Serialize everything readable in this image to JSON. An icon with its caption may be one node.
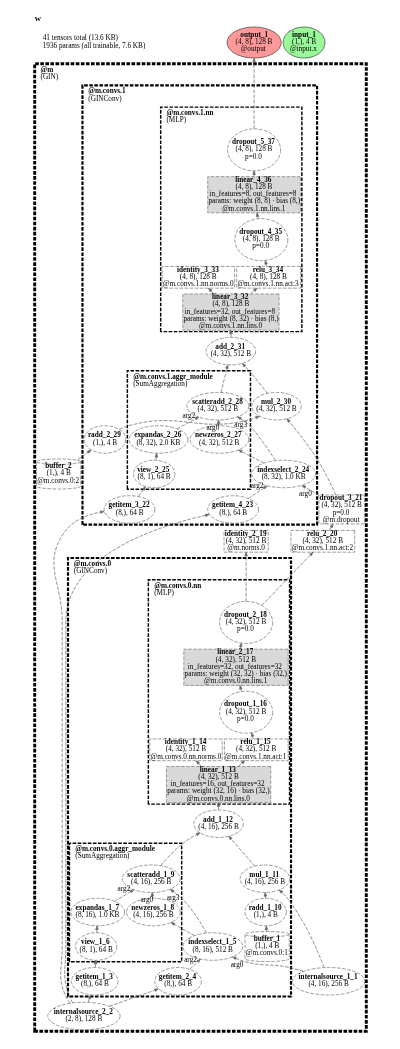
{
  "diagram": {
    "title": "w",
    "labels": [
      "41 tensors total (13.6 KB)",
      "1936 params (all trainable, 7.6 KB)"
    ],
    "nodes": [
      {
        "text": [
          "output_1",
          "(4, 8), 128 B",
          "@output"
        ]
      },
      {
        "text": [
          "input_1",
          "(1,), 4 B",
          "@input.x"
        ]
      },
      {
        "text": [
          "@m",
          "(GIN)"
        ]
      },
      {
        "text": [
          "@m.convs.1",
          "(GINConv)"
        ],
        "in": 2
      },
      {
        "text": [
          "@m.convs.1.nn",
          "(MLP)"
        ],
        "in": 3
      },
      {
        "text": [
          "dropout_5_37",
          "(4, 8), 128 B",
          "p=0.0"
        ],
        "in": 4
      },
      {
        "text": [
          "linear_4_36",
          "(4, 8), 128 B",
          "in_features=8, out_features=8",
          "params: weight (8, 8) · bias (8,)",
          "@m.convs.1.nn.lins.1"
        ],
        "in": 4
      },
      {
        "text": [
          "dropout_4_35",
          "(4, 8), 128 B",
          "p=0.0"
        ],
        "in": 4
      },
      {
        "text": [
          "identity_3_33",
          "(4, 8), 128 B",
          "@m.convs.1.nn.norms.0"
        ],
        "in": 4
      },
      {
        "text": [
          "relu_3_34",
          "(4, 8), 128 B",
          "@m.convs.1.nn.act:3"
        ],
        "in": 4
      },
      {
        "text": [
          "linear_3_32",
          "(4, 8), 128 B",
          "in_features=32, out_features=8",
          "params: weight (8, 32) · bias (8,)",
          "@m.convs.1.nn.lins.0"
        ],
        "in": 4
      },
      {
        "text": [
          "add_2_31",
          "(4, 32), 512 B"
        ],
        "in": 3
      },
      {
        "text": [
          "@m.convs.1.aggr_module",
          "(SumAggregation)"
        ],
        "in": 3
      },
      {
        "text": [
          "scatteradd_2_28",
          "(4, 32), 512 B"
        ],
        "in": 12
      },
      {
        "text": [
          "mul_2_30",
          "(4, 32), 512 B"
        ],
        "in": 3
      },
      {
        "text": [
          "radd_2_29",
          "(1,), 4 B"
        ],
        "in": 3
      },
      {
        "text": [
          "expandas_2_26",
          "(8, 32), 2.0 KB"
        ],
        "in": 12
      },
      {
        "text": [
          "newzeros_2_27",
          "(4, 32), 512 B"
        ],
        "in": 12
      },
      {
        "text": [
          "buffer_2",
          "(1,), 4 B",
          "@m.convs.0:2"
        ],
        "in": 2
      },
      {
        "text": [
          "view_2_25",
          "(8, 1), 64 B"
        ],
        "in": 12
      },
      {
        "text": [
          "indexselect_2_24",
          "(8, 32), 1.0 KB"
        ],
        "in": 3
      },
      {
        "text": [
          "getitem_3_22",
          "(8,), 64 B"
        ],
        "in": 3
      },
      {
        "text": [
          "getitem_4_23",
          "(8,), 64 B"
        ],
        "in": 3
      },
      {
        "text": [
          "dropout_3_21",
          "(4, 32), 512 B",
          "p=0.0",
          "@m.dropout"
        ],
        "in": 2
      },
      {
        "text": [
          "identity_2_19",
          "(4, 32), 512 B",
          "@m.norms.0"
        ],
        "in": 2
      },
      {
        "text": [
          "relu_2_20",
          "(4, 32), 512 B",
          "@m.convs.1.nn.act:2"
        ],
        "in": 2
      },
      {
        "text": [
          "@m.convs.0",
          "(GINConv)"
        ],
        "in": 2
      },
      {
        "text": [
          "@m.convs.0.nn",
          "(MLP)"
        ],
        "in": 26
      },
      {
        "text": [
          "dropout_2_18",
          "(4, 32), 512 B",
          "p=0.0"
        ],
        "in": 27
      },
      {
        "text": [
          "linear_2_17",
          "(4, 32), 512 B",
          "in_features=32, out_features=32",
          "params: weight (32, 32) · bias (32,)",
          "@m.convs.0.nn.lins.1"
        ],
        "in": 27
      },
      {
        "text": [
          "dropout_1_16",
          "(4, 32), 512 B",
          "p=0.0"
        ],
        "in": 27
      },
      {
        "text": [
          "identity_1_14",
          "(4, 32), 512 B",
          "@m.convs.0.nn.norms.0"
        ],
        "in": 27
      },
      {
        "text": [
          "relu_1_15",
          "(4, 32), 512 B",
          "@m.convs.1.nn.act:1"
        ],
        "in": 27
      },
      {
        "text": [
          "linear_1_13",
          "(4, 32), 512 B",
          "in_features=16, out_features=32",
          "params: weight (32, 16) · bias (32,)",
          "@m.convs.0.nn.lins.0"
        ],
        "in": 27
      },
      {
        "text": [
          "add_1_12",
          "(4, 16), 256 B"
        ],
        "in": 26
      },
      {
        "text": [
          "@m.convs.0.aggr_module",
          "(SumAggregation)"
        ],
        "in": 26
      },
      {
        "text": [
          "scatteradd_1_9",
          "(4, 16), 256 B"
        ],
        "in": 35
      },
      {
        "text": [
          "mul_1_11",
          "(4, 16), 256 B"
        ],
        "in": 26
      },
      {
        "text": [
          "expandas_1_7",
          "(8, 16), 1.0 KB"
        ],
        "in": 35
      },
      {
        "text": [
          "newzeros_1_8",
          "(4, 16), 256 B"
        ],
        "in": 35
      },
      {
        "text": [
          "radd_1_10",
          "(1,), 4 B"
        ],
        "in": 26
      },
      {
        "text": [
          "view_1_6",
          "(8, 1), 64 B"
        ],
        "in": 35
      },
      {
        "text": [
          "indexselect_1_5",
          "(8, 16), 512 B"
        ],
        "in": 26
      },
      {
        "text": [
          "buffer_1",
          "(1,), 4 B",
          "@m.convs.0:1"
        ],
        "in": 26
      },
      {
        "text": [
          "getitem_1_3",
          "(8,), 64 B"
        ],
        "in": 26
      },
      {
        "text": [
          "getitem_2_4",
          "(8,), 64 B"
        ],
        "in": 26
      },
      {
        "text": [
          "internalsource_1_1",
          "(4, 16), 256 B"
        ],
        "in": 2
      },
      {
        "text": [
          "internalsource_2_2",
          "(2, 8), 128 B"
        ],
        "in": 2
      }
    ],
    "edges": [
      {
        "from": 47,
        "to": 44,
        "arrow": "to"
      },
      {
        "from": 47,
        "to": 45,
        "arrow": "to"
      },
      {
        "from": 47,
        "to": 21,
        "arrow": "to"
      },
      {
        "from": 47,
        "to": 22,
        "arrow": "to"
      },
      {
        "from": 44,
        "to": 41,
        "arrow": "to"
      },
      {
        "from": 41,
        "to": 38,
        "arrow": "to"
      },
      {
        "from": 45,
        "to": 42,
        "arrow": "to",
        "label": "arg2"
      },
      {
        "from": 46,
        "to": 42,
        "arrow": "to",
        "label": "arg0"
      },
      {
        "from": 42,
        "to": 39,
        "arrow": "to"
      },
      {
        "from": 38,
        "to": 36,
        "arrow": "to",
        "label": "arg2"
      },
      {
        "from": 39,
        "to": 36,
        "arrow": "to",
        "label": "arg0"
      },
      {
        "from": 42,
        "to": 36,
        "arrow": "to",
        "label": "arg3"
      },
      {
        "from": 43,
        "to": 40,
        "arrow": "to"
      },
      {
        "from": 40,
        "to": 37,
        "arrow": "to"
      },
      {
        "from": 46,
        "to": 37,
        "arrow": "to"
      },
      {
        "from": 36,
        "to": 34,
        "arrow": "to"
      },
      {
        "from": 37,
        "to": 34,
        "arrow": "to"
      },
      {
        "from": 34,
        "to": 33,
        "arrow": "to"
      },
      {
        "from": 33,
        "to": 31,
        "arrow": "to"
      },
      {
        "from": 33,
        "to": 32,
        "arrow": "to"
      },
      {
        "from": 32,
        "to": 30,
        "arrow": "to"
      },
      {
        "from": 30,
        "to": 29,
        "arrow": "to"
      },
      {
        "from": 29,
        "to": 28,
        "arrow": "to"
      },
      {
        "from": 28,
        "to": 24,
        "arrow": "to"
      },
      {
        "from": 28,
        "to": 25,
        "arrow": "to"
      },
      {
        "from": 25,
        "to": 23,
        "arrow": "to"
      },
      {
        "from": 21,
        "to": 19,
        "arrow": "to"
      },
      {
        "from": 19,
        "to": 16,
        "arrow": "to"
      },
      {
        "from": 22,
        "to": 20,
        "arrow": "to",
        "label": "arg2"
      },
      {
        "from": 23,
        "to": 20,
        "arrow": "to",
        "label": "arg0"
      },
      {
        "from": 20,
        "to": 17,
        "arrow": "to"
      },
      {
        "from": 16,
        "to": 13,
        "arrow": "to",
        "label": "arg2"
      },
      {
        "from": 17,
        "to": 13,
        "arrow": "to",
        "label": "arg0"
      },
      {
        "from": 20,
        "to": 13,
        "arrow": "to",
        "label": "arg3"
      },
      {
        "from": 18,
        "to": 15,
        "arrow": "to"
      },
      {
        "from": 15,
        "to": 14,
        "arrow": "to"
      },
      {
        "from": 23,
        "to": 14,
        "arrow": "to"
      },
      {
        "from": 13,
        "to": 11,
        "arrow": "to"
      },
      {
        "from": 14,
        "to": 11,
        "arrow": "to"
      },
      {
        "from": 11,
        "to": 10,
        "arrow": "to"
      },
      {
        "from": 10,
        "to": 8,
        "arrow": "to"
      },
      {
        "from": 10,
        "to": 9,
        "arrow": "to"
      },
      {
        "from": 9,
        "to": 7,
        "arrow": "to"
      },
      {
        "from": 7,
        "to": 6,
        "arrow": "to"
      },
      {
        "from": 6,
        "to": 5,
        "arrow": "to"
      },
      {
        "from": 5,
        "to": 0,
        "arrow": "to"
      }
    ]
  }
}
